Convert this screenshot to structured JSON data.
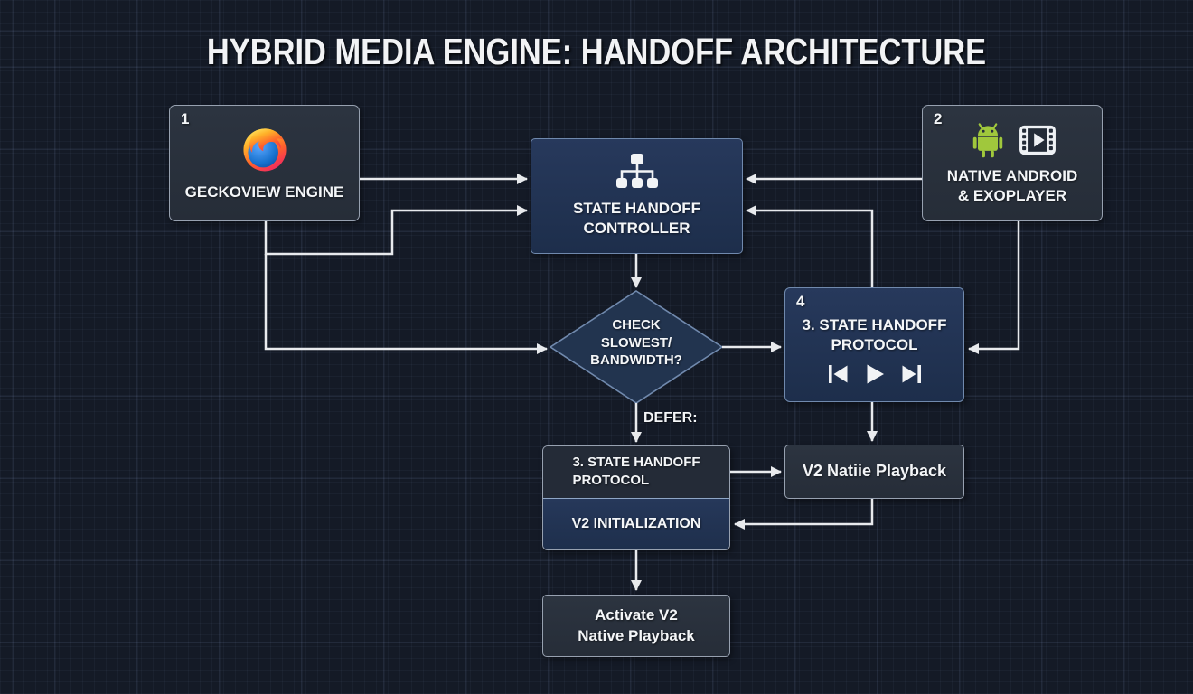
{
  "title": "HYBRID MEDIA ENGINE: HANDOFF ARCHITECTURE",
  "nodes": {
    "geckoview": {
      "badge": "1",
      "label": "GECKOVIEW ENGINE",
      "icon": "firefox-icon"
    },
    "native_android": {
      "badge": "2",
      "lines": [
        "NATIVE ANDROID",
        "& EXOPLAYER"
      ],
      "icons": [
        "android-robot-icon",
        "film-play-icon"
      ]
    },
    "controller": {
      "lines": [
        "STATE HANDOFF",
        "CONTROLLER"
      ],
      "icon": "sitemap-icon"
    },
    "decision": {
      "lines": [
        "CHECK",
        "SLOWEST/",
        "BANDWIDTH?"
      ]
    },
    "handoff_protocol_media": {
      "badge": "4",
      "lines": [
        "3. STATE HANDOFF",
        "PROTOCOL"
      ],
      "icons": [
        "skip-previous-icon",
        "play-icon",
        "skip-next-icon"
      ]
    },
    "handoff_protocol_init": {
      "top_lines": [
        "3. STATE HANDOFF",
        "PROTOCOL"
      ],
      "bottom_label": "V2 INITIALIZATION"
    },
    "native_playback": {
      "label": "V2 Natiie Playback"
    },
    "activate_playback": {
      "lines": [
        "Activate V2",
        "Native Playback"
      ]
    }
  },
  "edge_labels": {
    "defer": "DEFER:"
  },
  "colors": {
    "background": "#141a26",
    "panel_slate": "#2a313c",
    "panel_navy": "#21334f",
    "border_light": "#97a1b0",
    "border_blue": "#7089ad",
    "arrow": "#e8eaed",
    "text": "#f4f6f8",
    "android_green": "#a0c83c",
    "firefox_orange": "#ff9500",
    "firefox_blue": "#1670cc"
  }
}
